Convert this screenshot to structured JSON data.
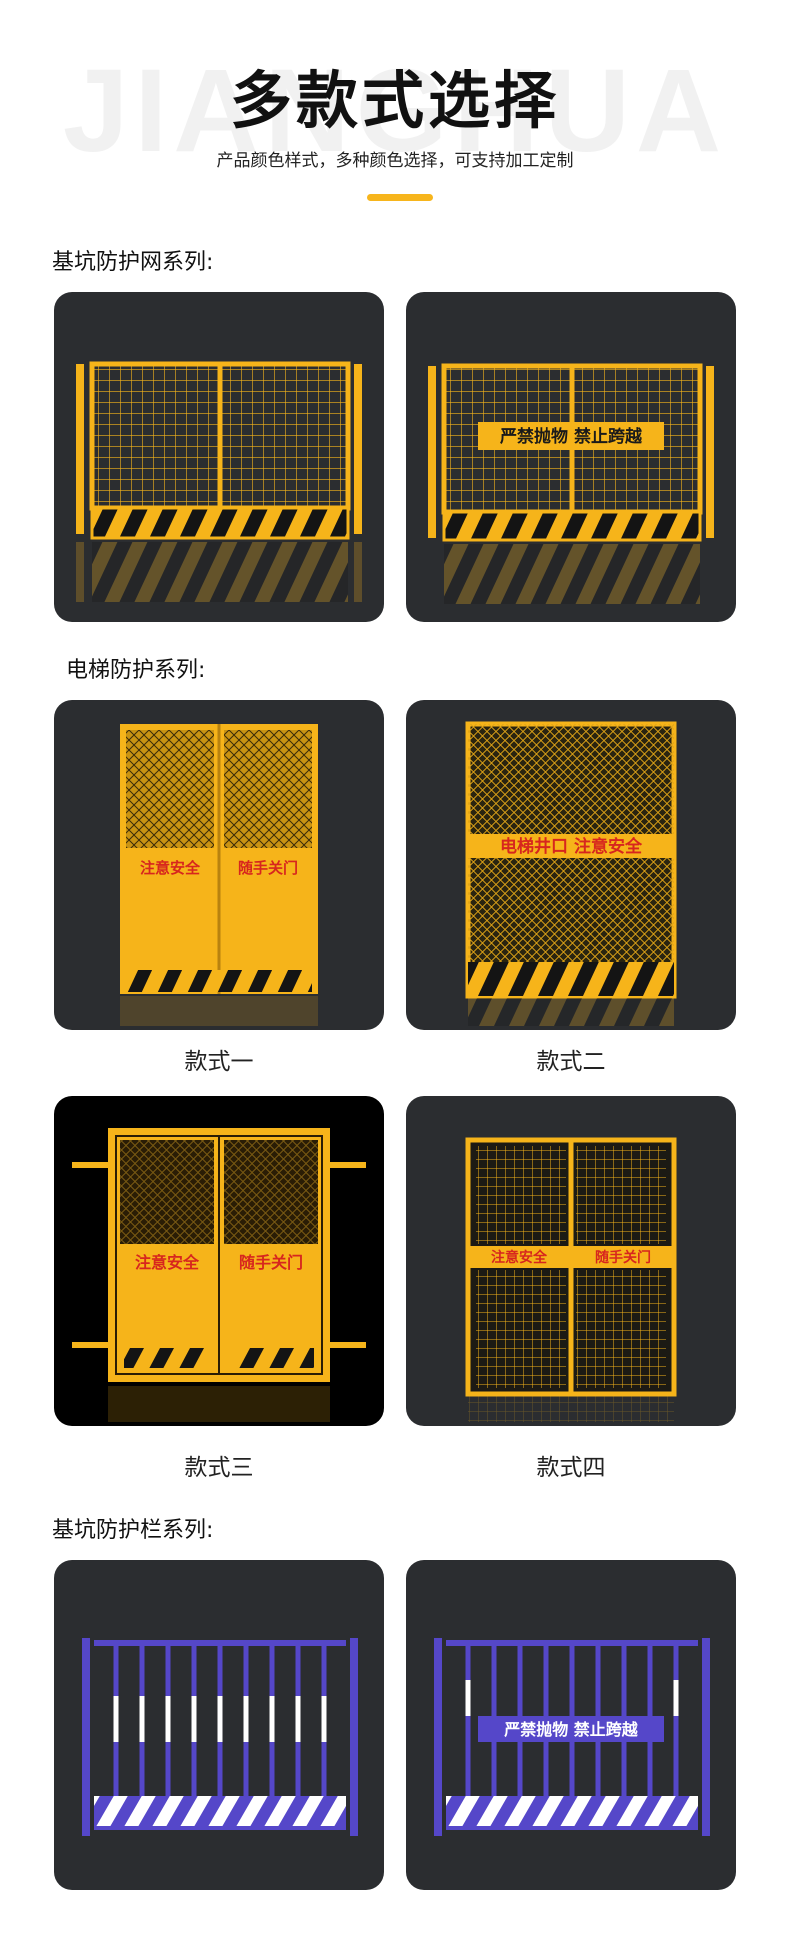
{
  "header": {
    "title": "多款式选择",
    "subtitle": "产品颜色样式，多种颜色选择，可支持加工定制",
    "watermark": "JIANGHUA"
  },
  "colors": {
    "accent": "#f7b51c",
    "card_bg": "#2b2d30",
    "fence_yellow": "#f6b41a",
    "hazard_black": "#141414",
    "sign_red": "#d7261e",
    "guardrail_blue": "#5547c9"
  },
  "sections": [
    {
      "title": "基坑防护网系列:",
      "cards": [
        {
          "icon": "yellow-mesh-fence-image",
          "sign": ""
        },
        {
          "icon": "yellow-mesh-fence-with-sign-image",
          "sign": "严禁抛物 禁止跨越"
        }
      ]
    },
    {
      "title": "电梯防护系列:",
      "cards": [
        {
          "icon": "elevator-door-image-1",
          "caption": "款式一",
          "sign_left": "注意安全",
          "sign_right": "随手关门"
        },
        {
          "icon": "elevator-door-image-2",
          "caption": "款式二",
          "sign": "电梯井口 注意安全"
        },
        {
          "icon": "elevator-door-image-3",
          "caption": "款式三",
          "sign_left": "注意安全",
          "sign_right": "随手关门"
        },
        {
          "icon": "elevator-door-image-4",
          "caption": "款式四",
          "sign_left": "注意安全",
          "sign_right": "随手关门"
        }
      ]
    },
    {
      "title": "基坑防护栏系列:",
      "cards": [
        {
          "icon": "blue-guardrail-image",
          "sign": ""
        },
        {
          "icon": "blue-guardrail-with-sign-image",
          "sign": "严禁抛物 禁止跨越"
        }
      ]
    }
  ]
}
